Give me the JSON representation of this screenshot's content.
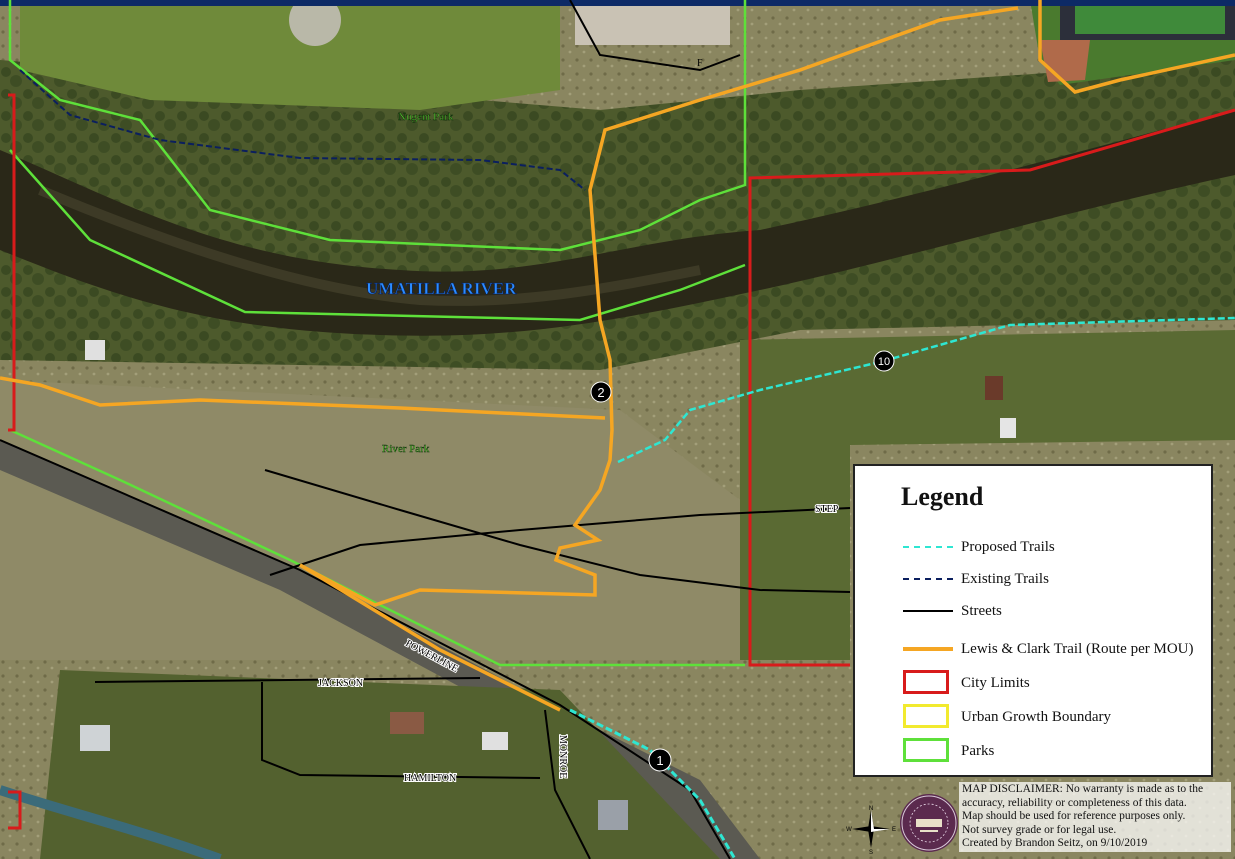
{
  "map": {
    "labels": {
      "river": "UMATILLA RIVER",
      "nugent_park": "Nugent Park",
      "river_park": "River Park",
      "street_f": "F",
      "street_jackson": "JACKSON",
      "street_powerline": "POWERLINE",
      "street_hamilton": "HAMILTON",
      "street_monroe": "MONROE",
      "street_step": "STEP"
    },
    "markers": [
      "1",
      "2",
      "10"
    ],
    "colors": {
      "proposed_trails": "#2ee6d2",
      "existing_trails": "#0b1f5e",
      "streets": "#000000",
      "lewis_clark_trail": "#f5a623",
      "city_limits": "#d81b1b",
      "urban_growth_boundary": "#f2ea2e",
      "parks": "#5ee03a",
      "river_label": "#2b8cff"
    }
  },
  "legend": {
    "title": "Legend",
    "items": [
      {
        "label": "Proposed Trails",
        "symbol": "dashed-line",
        "color": "#2ee6d2"
      },
      {
        "label": "Existing Trails",
        "symbol": "dashed-line",
        "color": "#0b1f5e"
      },
      {
        "label": "Streets",
        "symbol": "solid-line",
        "color": "#000000"
      },
      {
        "label": "Lewis & Clark Trail (Route per MOU)",
        "symbol": "thick-line",
        "color": "#f5a623"
      },
      {
        "label": "City Limits",
        "symbol": "box",
        "color": "#d81b1b"
      },
      {
        "label": "Urban Growth Boundary",
        "symbol": "box",
        "color": "#f2ea2e"
      },
      {
        "label": "Parks",
        "symbol": "box",
        "color": "#5ee03a"
      }
    ]
  },
  "disclaimer": {
    "lines": [
      "MAP DISCLAIMER: No warranty is made as to the",
      "accuracy, reliability or completeness of this data.",
      "Map should be used for reference purposes only.",
      "Not survey grade or for legal use.",
      "Created by Brandon Seitz, on 9/10/2019"
    ]
  },
  "compass": {
    "n": "N",
    "s": "S",
    "e": "E",
    "w": "W"
  }
}
